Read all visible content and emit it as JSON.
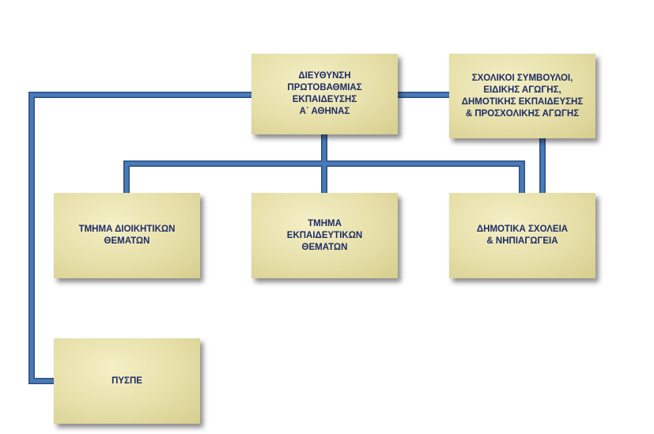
{
  "diagram": {
    "nodes": {
      "directorate": "ΔΙΕΥΘΥΝΣΗ\nΠΡΩΤΟΒΑΘΜΙΑΣ\nΕΚΠΑΙΔΕΥΣΗΣ\nΑ΄ ΑΘΗΝΑΣ",
      "advisors": "ΣΧΟΛΙΚΟΙ ΣΥΜΒΟΥΛΟΙ,\nΕΙΔΙΚΗΣ ΑΓΩΓΗΣ,\nΔΗΜΟΤΙΚΗΣ ΕΚΠΑΙΔΕΥΣΗΣ\n& ΠΡΟΣΧΟΛΙΚΗΣ ΑΓΩΓΗΣ",
      "admin": "ΤΜΗΜΑ ΔΙΟΙΚΗΤΙΚΩΝ\nΘΕΜΑΤΩΝ",
      "education": "ΤΜΗΜΑ\nΕΚΠΑΙΔΕΥΤΙΚΩΝ\nΘΕΜΑΤΩΝ",
      "schools": "ΔΗΜΟΤΙΚΑ ΣΧΟΛΕΙΑ\n& ΝΗΠΙΑΓΩΓΕΙΑ",
      "pyspe": "ΠΥΣΠΕ"
    },
    "edges": [
      [
        "directorate",
        "advisors"
      ],
      [
        "directorate",
        "admin"
      ],
      [
        "directorate",
        "education"
      ],
      [
        "directorate",
        "schools"
      ],
      [
        "advisors",
        "schools"
      ],
      [
        "directorate",
        "pyspe"
      ]
    ],
    "colors": {
      "connector": "#4a7ab8",
      "connector_edge": "#2c4f80",
      "box_text": "#1e2c66",
      "box_fill": "#e6dfa8"
    }
  }
}
